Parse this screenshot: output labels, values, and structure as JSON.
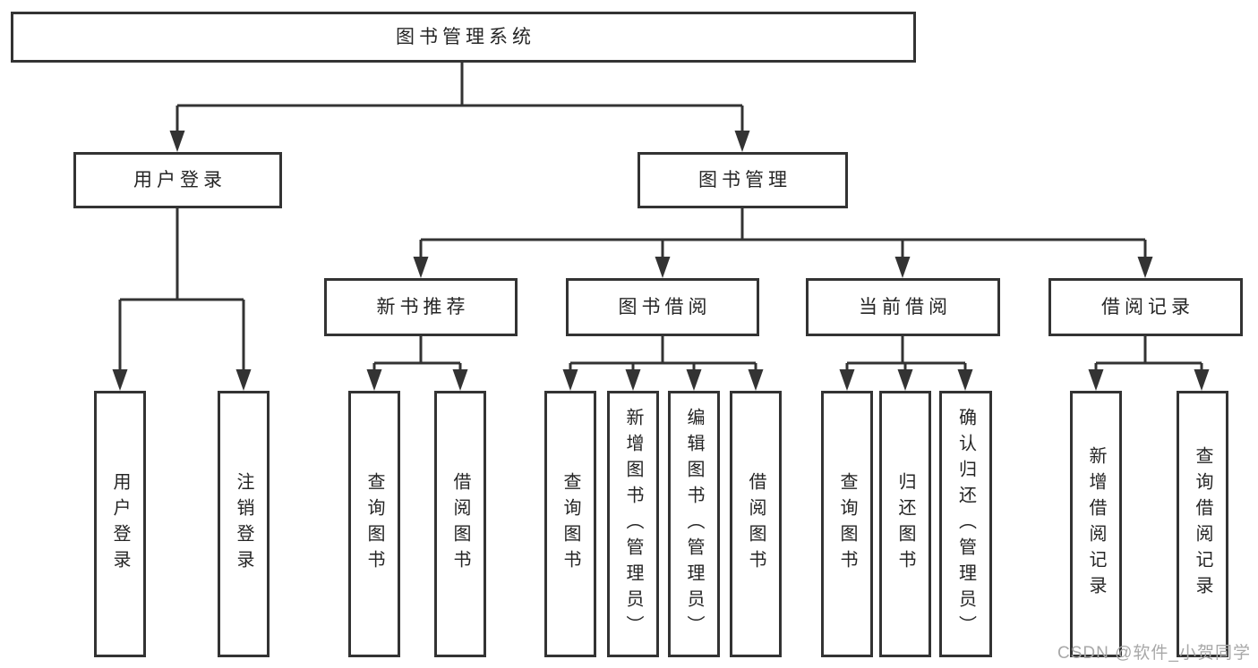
{
  "tree": {
    "root": {
      "label": "图书管理系统"
    },
    "level2": [
      {
        "id": "user-login",
        "label": "用户登录"
      },
      {
        "id": "book-management",
        "label": "图书管理"
      }
    ],
    "level3": [
      {
        "id": "new-book-recommend",
        "label": "新书推荐",
        "parent": "图书管理"
      },
      {
        "id": "book-borrow",
        "label": "图书借阅",
        "parent": "图书管理"
      },
      {
        "id": "current-borrow",
        "label": "当前借阅",
        "parent": "图书管理"
      },
      {
        "id": "borrow-records",
        "label": "借阅记录",
        "parent": "图书管理"
      }
    ],
    "level4": [
      {
        "label": "用户登录",
        "parent": "用户登录"
      },
      {
        "label": "注销登录",
        "parent": "用户登录"
      },
      {
        "label": "查询图书",
        "parent": "新书推荐"
      },
      {
        "label": "借阅图书",
        "parent": "新书推荐"
      },
      {
        "label": "查询图书",
        "parent": "图书借阅"
      },
      {
        "label": "新增图书（管理员）",
        "parent": "图书借阅"
      },
      {
        "label": "编辑图书（管理员）",
        "parent": "图书借阅"
      },
      {
        "label": "借阅图书",
        "parent": "图书借阅"
      },
      {
        "label": "查询图书",
        "parent": "当前借阅"
      },
      {
        "label": "归还图书",
        "parent": "当前借阅"
      },
      {
        "label": "确认归还（管理员）",
        "parent": "当前借阅"
      },
      {
        "label": "新增借阅记录",
        "parent": "借阅记录"
      },
      {
        "label": "查询借阅记录",
        "parent": "借阅记录"
      }
    ]
  },
  "watermark": {
    "text": "CSDN @软件_小贺同学"
  },
  "colors": {
    "line": "#333333",
    "box_border": "#333333",
    "text": "#252525",
    "watermark": "#a8a8a8",
    "background": "#ffffff"
  }
}
